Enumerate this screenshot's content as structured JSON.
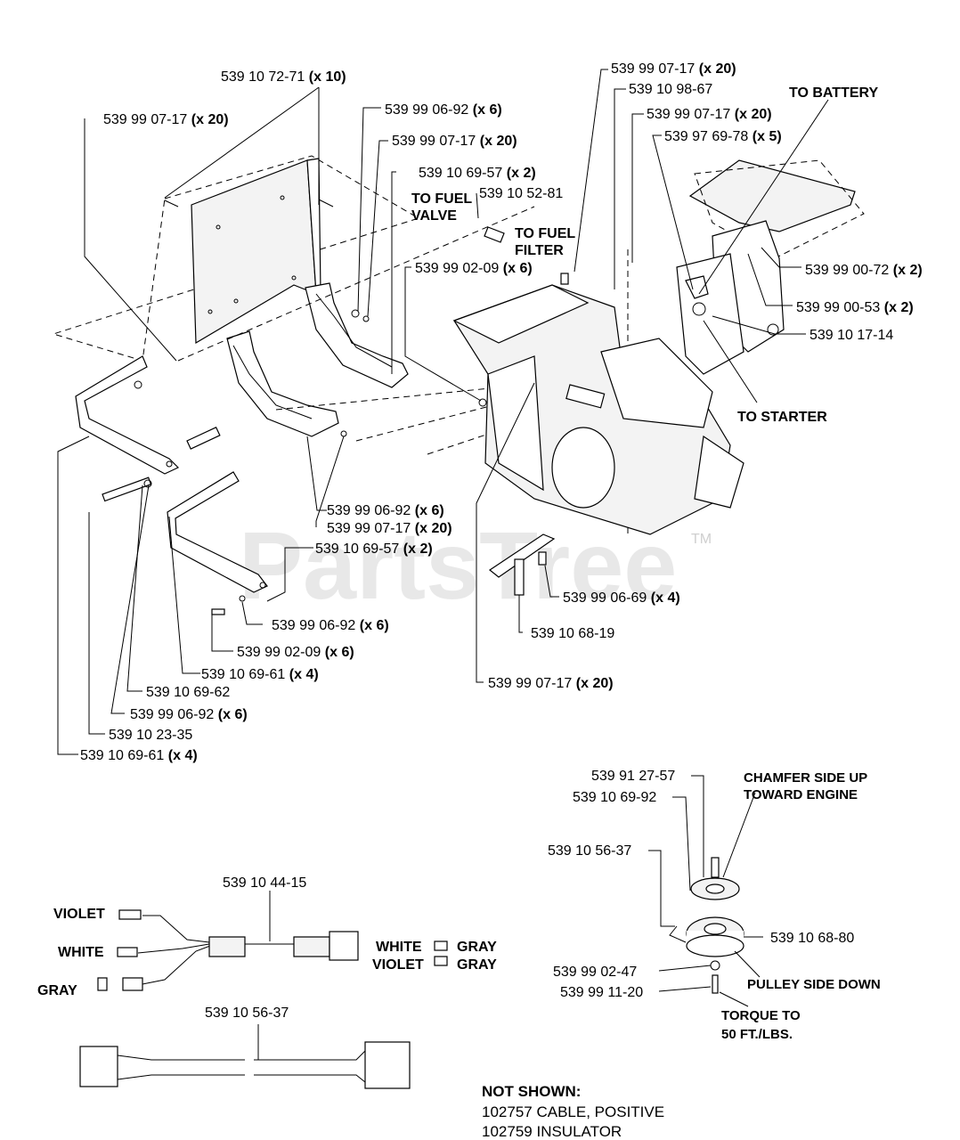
{
  "watermark": {
    "text": "PartsTree",
    "tm": "TM"
  },
  "labels": [
    {
      "id": "l01",
      "num": "539 10 72-71",
      "qty": "(x 10)"
    },
    {
      "id": "l02",
      "num": "539 99 07-17",
      "qty": "(x 20)"
    },
    {
      "id": "l03",
      "num": "539 99 06-92",
      "qty": "(x 6)"
    },
    {
      "id": "l04",
      "num": "539 99 07-17",
      "qty": "(x 20)"
    },
    {
      "id": "l05",
      "num": "539 10 69-57",
      "qty": "(x 2)"
    },
    {
      "id": "l06",
      "num": "539 10 52-81",
      "qty": ""
    },
    {
      "id": "l07",
      "num": "539 99 02-09",
      "qty": "(x 6)"
    },
    {
      "id": "l08",
      "num": "539 99 07-17",
      "qty": "(x 20)"
    },
    {
      "id": "l09",
      "num": "539 10 98-67",
      "qty": ""
    },
    {
      "id": "l10",
      "num": "539 99 07-17",
      "qty": "(x 20)"
    },
    {
      "id": "l11",
      "num": "539 97 69-78",
      "qty": "(x 5)"
    },
    {
      "id": "l12",
      "num": "539 99 00-72",
      "qty": "(x 2)"
    },
    {
      "id": "l13",
      "num": "539 99 00-53",
      "qty": "(x 2)"
    },
    {
      "id": "l14",
      "num": "539 10 17-14",
      "qty": ""
    },
    {
      "id": "l15",
      "num": "539 99 06-92",
      "qty": "(x 6)"
    },
    {
      "id": "l16",
      "num": "539 99 07-17",
      "qty": "(x 20)"
    },
    {
      "id": "l17",
      "num": "539 10 69-57",
      "qty": "(x 2)"
    },
    {
      "id": "l18",
      "num": "539 99 06-69",
      "qty": "(x 4)"
    },
    {
      "id": "l19",
      "num": "539 99 06-92",
      "qty": "(x 6)"
    },
    {
      "id": "l20",
      "num": "539 10 68-19",
      "qty": ""
    },
    {
      "id": "l21",
      "num": "539 99 02-09",
      "qty": "(x 6)"
    },
    {
      "id": "l22",
      "num": "539 10 69-61",
      "qty": "(x 4)"
    },
    {
      "id": "l23",
      "num": "539 10 69-62",
      "qty": ""
    },
    {
      "id": "l24",
      "num": "539 99 07-17",
      "qty": "(x 20)"
    },
    {
      "id": "l25",
      "num": "539 99 06-92",
      "qty": "(x 6)"
    },
    {
      "id": "l26",
      "num": "539 10 23-35",
      "qty": ""
    },
    {
      "id": "l27",
      "num": "539 10 69-61",
      "qty": "(x 4)"
    },
    {
      "id": "l28",
      "num": "539 91 27-57",
      "qty": ""
    },
    {
      "id": "l29",
      "num": "539 10 69-92",
      "qty": ""
    },
    {
      "id": "l30",
      "num": "539 10 56-37",
      "qty": ""
    },
    {
      "id": "l31",
      "num": "539 10 68-80",
      "qty": ""
    },
    {
      "id": "l32",
      "num": "539 99 02-47",
      "qty": ""
    },
    {
      "id": "l33",
      "num": "539 99 11-20",
      "qty": ""
    },
    {
      "id": "l34",
      "num": "539 10 44-15",
      "qty": ""
    },
    {
      "id": "l35",
      "num": "539 10 56-37",
      "qty": ""
    }
  ],
  "callouts": {
    "to_battery": "TO BATTERY",
    "to_fuel_valve_1": "TO FUEL",
    "to_fuel_valve_2": "VALVE",
    "to_fuel_filter_1": "TO FUEL",
    "to_fuel_filter_2": "FILTER",
    "to_starter": "TO STARTER",
    "chamfer_1": "CHAMFER SIDE UP",
    "chamfer_2": "TOWARD ENGINE",
    "pulley": "PULLEY SIDE DOWN",
    "torque_1": "TORQUE TO",
    "torque_2": "50 FT./LBS."
  },
  "wires": {
    "violet": "VIOLET",
    "white": "WHITE",
    "gray": "GRAY",
    "white_right": "WHITE",
    "violet_right": "VIOLET",
    "gray_right_1": "GRAY",
    "gray_right_2": "GRAY"
  },
  "not_shown": {
    "heading": "NOT SHOWN:",
    "items": [
      {
        "num": "102757",
        "desc": "CABLE, POSITIVE"
      },
      {
        "num": "102759",
        "desc": "INSULATOR"
      }
    ]
  }
}
